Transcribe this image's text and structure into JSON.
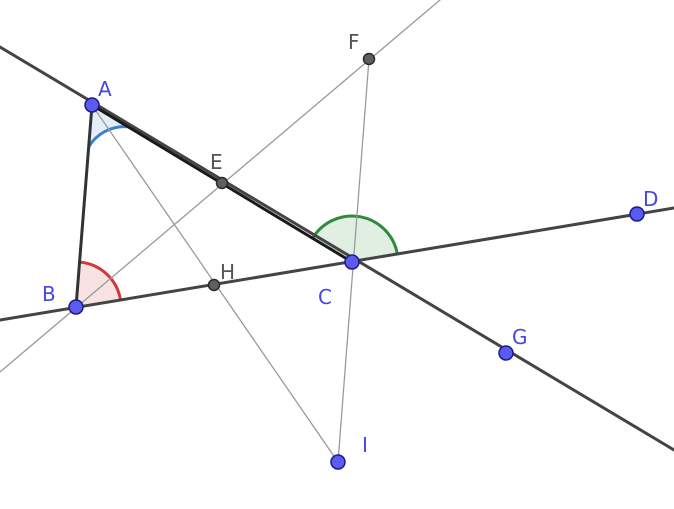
{
  "points": {
    "A": {
      "label": "A",
      "kind": "free"
    },
    "B": {
      "label": "B",
      "kind": "free"
    },
    "C": {
      "label": "C",
      "kind": "free"
    },
    "D": {
      "label": "D",
      "kind": "free"
    },
    "E": {
      "label": "E",
      "kind": "dependent"
    },
    "F": {
      "label": "F",
      "kind": "dependent"
    },
    "G": {
      "label": "G",
      "kind": "free"
    },
    "H": {
      "label": "H",
      "kind": "dependent"
    },
    "I": {
      "label": "I",
      "kind": "free"
    }
  },
  "colors": {
    "free_point": "#5b5bf0",
    "dependent_point": "#5f5f5f",
    "free_label": "#4646e0",
    "dependent_label": "#555555",
    "line_dark": "#444444",
    "line_light": "#9a9a9a",
    "segment": "#1a1a1a",
    "angle_A": "#3d7fd0",
    "angle_B": "#d03a3a",
    "angle_C": "#2e8b3a"
  }
}
